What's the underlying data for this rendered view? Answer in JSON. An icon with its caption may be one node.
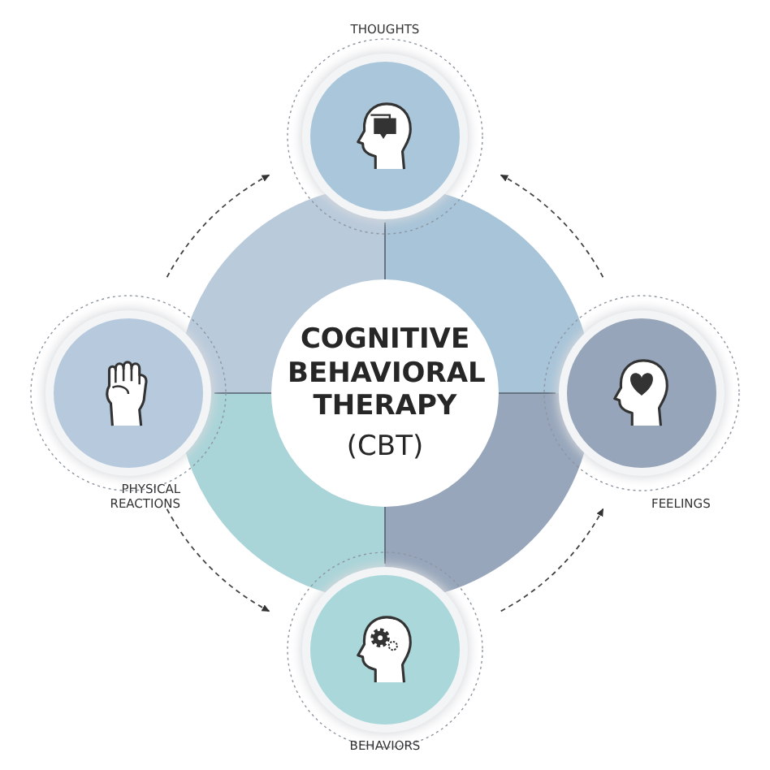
{
  "diagram": {
    "nodes": [
      {
        "text": [
          "COGNITIVE BEHAVIORAL THERAPY",
          "(CBT)"
        ]
      },
      {
        "text": [
          "THOUGHTS"
        ]
      },
      {
        "text": [
          "FEELINGS"
        ]
      },
      {
        "text": [
          "BEHAVIORS"
        ]
      },
      {
        "text": [
          "PHYSICAL REACTIONS"
        ]
      }
    ],
    "edges": [
      {
        "from": 4,
        "to": 1,
        "arrow": "to",
        "style": "dashed"
      },
      {
        "from": 2,
        "to": 1,
        "arrow": "to",
        "style": "dashed"
      },
      {
        "from": 3,
        "to": 2,
        "arrow": "to",
        "style": "dashed"
      },
      {
        "from": 4,
        "to": 3,
        "arrow": "to",
        "style": "dashed"
      }
    ]
  }
}
